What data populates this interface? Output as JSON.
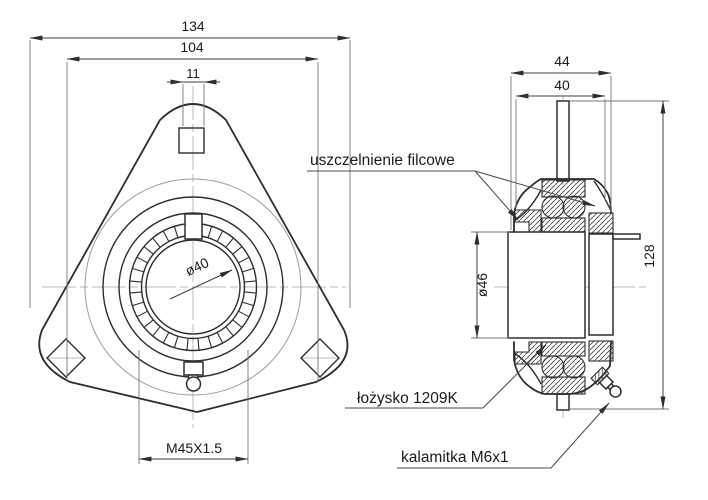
{
  "front_view": {
    "dim_overall_width": "134",
    "dim_hole_spacing": "104",
    "dim_slot_width": "11",
    "dim_bore_diameter": "ø40",
    "dim_thread": "M45X1.5"
  },
  "side_view": {
    "dim_overall_width": "44",
    "dim_housing_width": "40",
    "dim_sleeve_diameter": "ø46",
    "dim_overall_height": "128"
  },
  "callouts": {
    "felt_seal": "uszczelnienie filcowe",
    "bearing": "łożysko 1209K",
    "grease_nipple": "kalamitka M6x1"
  },
  "colors": {
    "outline": "#2e2e2e",
    "dimension_line": "#3f3f3f",
    "extension_line": "#767676",
    "centerline": "#b8b8b8",
    "background": "#ffffff",
    "text": "#1b1b1b"
  }
}
